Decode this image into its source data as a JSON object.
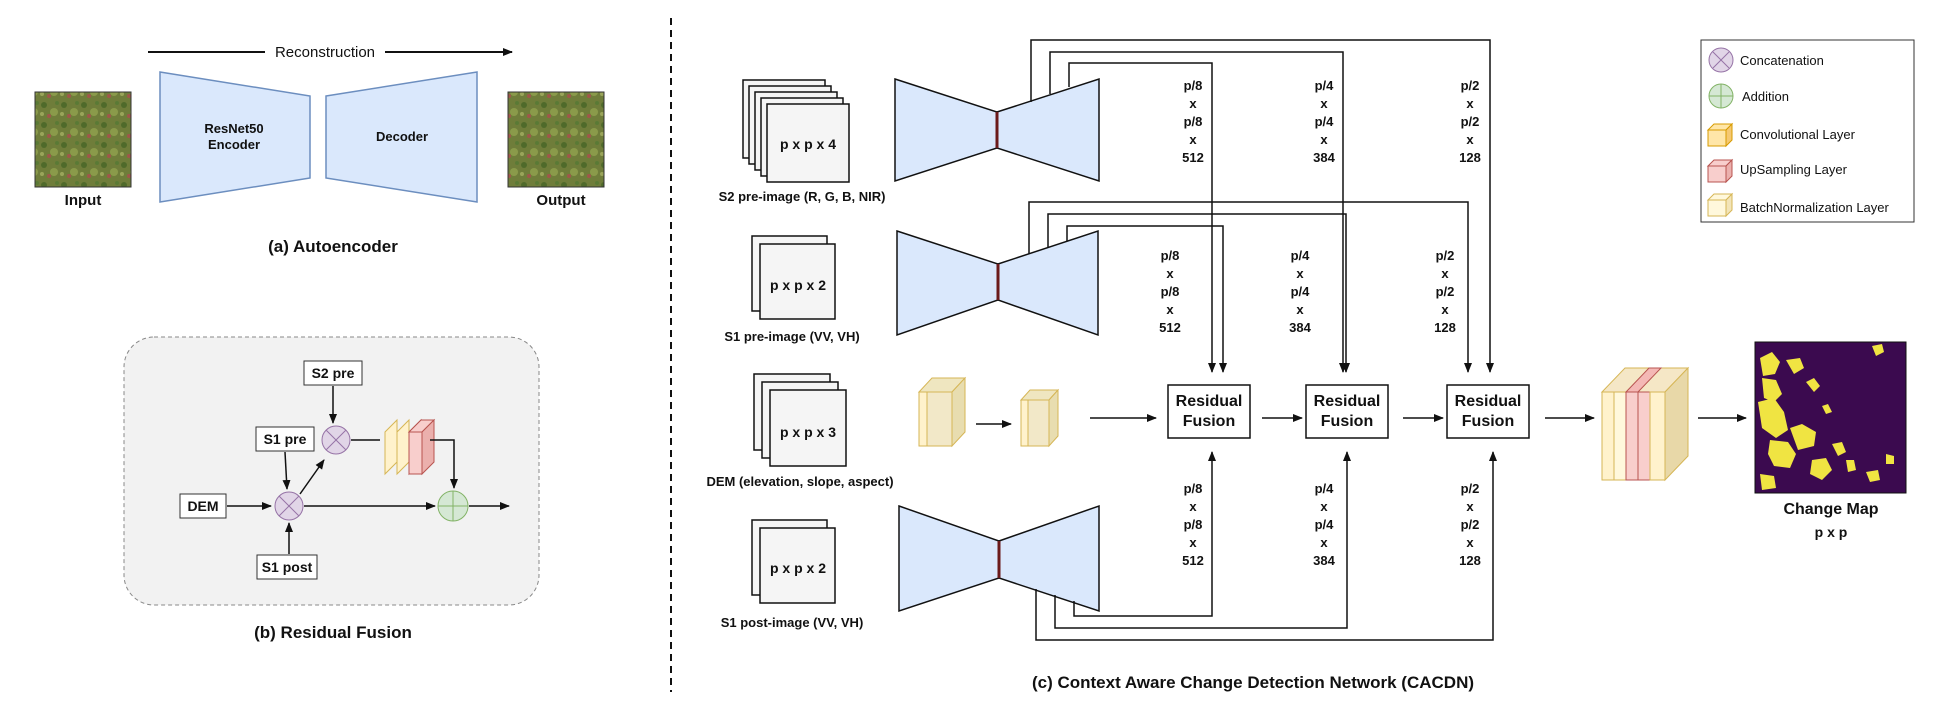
{
  "autoencoder": {
    "reconstruction": "Reconstruction",
    "encoder_line1": "ResNet50",
    "encoder_line2": "Encoder",
    "decoder": "Decoder",
    "input_label": "Input",
    "output_label": "Output",
    "caption": "(a) Autoencoder"
  },
  "residual_fusion": {
    "s2_pre": "S2 pre",
    "s1_pre": "S1 pre",
    "dem": "DEM",
    "s1_post": "S1 post",
    "caption": "(b) Residual Fusion"
  },
  "cacdn": {
    "inputs": [
      {
        "stack": "p x p x 4",
        "label": "S2 pre-image (R, G, B, NIR)"
      },
      {
        "stack": "p x p x 2",
        "label": "S1 pre-image (VV, VH)"
      },
      {
        "stack": "p x p x 3",
        "label": "DEM (elevation, slope, aspect)"
      },
      {
        "stack": "p x p x 2",
        "label": "S1 post-image (VV, VH)"
      }
    ],
    "dims": {
      "d1": [
        "p/8",
        "x",
        "p/8",
        "x",
        "512"
      ],
      "d2": [
        "p/4",
        "x",
        "p/4",
        "x",
        "384"
      ],
      "d3": [
        "p/2",
        "x",
        "p/2",
        "x",
        "128"
      ]
    },
    "fusion_line1": "Residual",
    "fusion_line2": "Fusion",
    "output_label": "Change Map",
    "output_size": "p x p",
    "caption": "(c) Context Aware Change Detection Network (CACDN)"
  },
  "legend": {
    "items": [
      {
        "icon": "concatenation-icon",
        "label": "Concatenation"
      },
      {
        "icon": "addition-icon",
        "label": "Addition"
      },
      {
        "icon": "conv-layer-icon",
        "label": "Convolutional Layer"
      },
      {
        "icon": "upsampling-layer-icon",
        "label": "UpSampling Layer"
      },
      {
        "icon": "batchnorm-layer-icon",
        "label": "BatchNormalization Layer"
      }
    ]
  },
  "colors": {
    "network_fill": "#dae8fc",
    "network_stroke": "#6c8ebf",
    "concat_fill": "#e1d5e7",
    "add_fill": "#d5e8d4",
    "conv_fill": "#fff2cc",
    "upsample_fill": "#f8cecc",
    "batchnorm_fill": "#fff8dc",
    "change_map_bg": "#3b0a4f",
    "change_map_fg": "#f0e442"
  }
}
